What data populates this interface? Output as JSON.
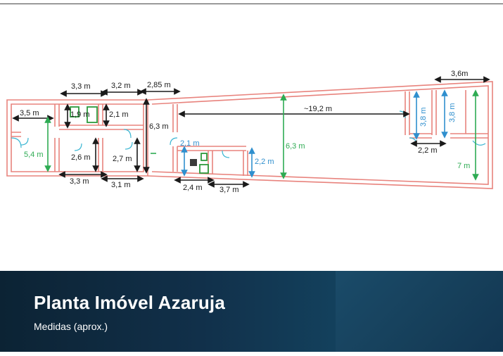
{
  "banner": {
    "title": "Planta Imóvel Azaruja",
    "subtitle": "Medidas (aprox.)"
  },
  "colors": {
    "walls": "#e8837d",
    "dimension_black": "#1a1a1a",
    "dimension_green": "#2eab53",
    "dimension_blue": "#2f8fce",
    "banner_dark": "#0c2334",
    "banner_light": "#1b4d6b"
  },
  "measurements": {
    "m_3_3_top": "3,3 m",
    "m_3_2_top": "3,2 m",
    "m_2_85": "2,85 m",
    "m_3_6": "3,6m",
    "m_3_5": "3,5 m",
    "m_1_9": "1,9 m",
    "m_2_1_bath": "2,1 m",
    "m_6_3_black": "6,3 m",
    "m_19_2": "~19,2 m",
    "m_3_8_a": "3,8 m",
    "m_3_8_b": "3,8 m",
    "m_5_4": "5,4 m",
    "m_2_6": "2,6 m",
    "m_2_7": "2,7 m",
    "m_2_1_blue": "2,1 m",
    "m_6_3_green": "6,3 m",
    "m_2_2_blue": "2,2 m",
    "m_2_2_black": "2,2 m",
    "m_7": "7 m",
    "m_3_3_bottom": "3,3 m",
    "m_3_1": "3,1 m",
    "m_2_4": "2,4 m",
    "m_3_7": "3,7 m"
  }
}
